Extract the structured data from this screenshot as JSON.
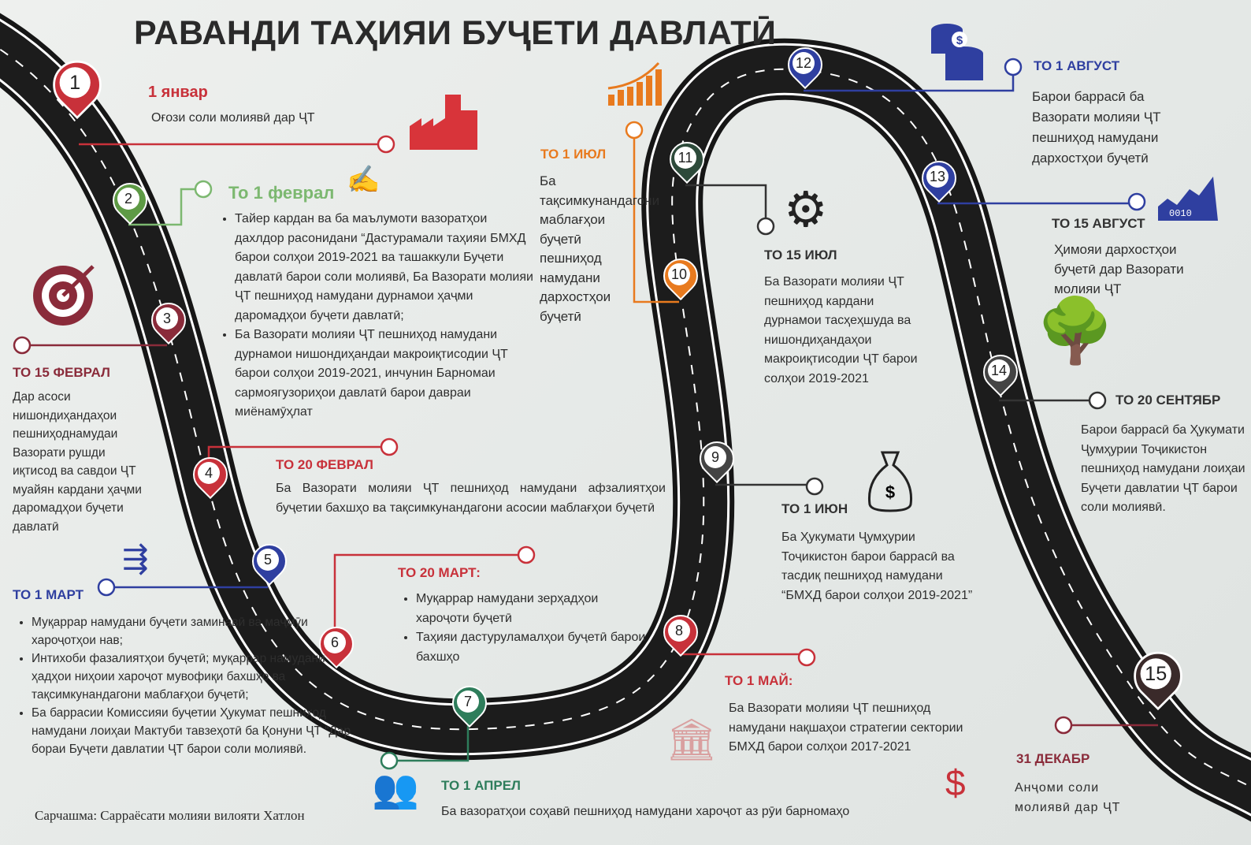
{
  "title": "РАВАНДИ ТАҲИЯИ БУҶЕТИ ДАВЛАТӢ",
  "source": "Сарчашма: Сарраёсати молияи вилояти Хатлон",
  "colors": {
    "red": "#c8313a",
    "blue": "#2f3fa0",
    "orange": "#e87a1e",
    "green": "#7cb870",
    "road": "#1a1a1a"
  },
  "steps": [
    {
      "num": "1",
      "date": "1 январ",
      "text": "Оғози соли молиявӣ дар ҶТ",
      "icon": "factory-icon"
    },
    {
      "num": "2",
      "date": "То 1 феврал",
      "bullets": [
        "Тайер кардан ва ба маълумоти вазоратҳои дахлдор расонидани “Дастурамали таҳияи БМХД барои солҳои 2019-2021 ва ташаккули Буҷети давлатӣ барои соли молиявӣ, Ба Вазорати молияи ҶТ пешниҳод намудани дурнамои ҳаҷми даромадҳои буҷети давлатӣ;",
        "Ба Вазорати молияи ҶТ пешниҳод намудани дурнамои нишондиҳандаи макроиқтисодии ҶТ барои солҳои 2019-2021, инчунин Барномаи сармоягузориҳои давлатӣ барои давраи миёнамӯҳлат"
      ],
      "icon": "signature-icon"
    },
    {
      "num": "3",
      "date": "ТО 15 ФЕВРАЛ",
      "text": "Дар асоси нишондиҳандаҳои пешниҳоднамудаи Вазорати рушди иқтисод ва савдои ҶТ муайян кардани ҳаҷми даромадҳои буҷети давлатӣ",
      "icon": "target-icon"
    },
    {
      "num": "4",
      "date": "ТО 20 ФЕВРАЛ",
      "text": "Ба Вазорати молияи ҶТ пешниҳод намудани афзалиятҳои буҷетии бахшҳо ва тақсимкунандагони асосии маблағҳои буҷетӣ"
    },
    {
      "num": "5",
      "date": "ТО 1 МАРТ",
      "bullets": [
        "Муқаррар намудани буҷети заминавӣ ва маҷмӯи хароҷотҳои нав;",
        "Интихоби фазалиятҳои буҷетӣ; муқаррар намудани ҳадҳои ниҳоии хароҷот мувофиқи бахшҳо ва тақсимкунандагони маблағҳои буҷетӣ;",
        "Ба баррасии Комиссияи буҷетии Ҳукумат пешниҳод намудани лоиҳаи Мактуби тавзеҳотӣ ба Қонуни ҶТ “Дар бораи Буҷети давлатии ҶТ барои соли молиявӣ."
      ],
      "icon": "arrows-icon"
    },
    {
      "num": "6",
      "date": "ТО 20 МАРТ:",
      "bullets": [
        "Муқаррар намудани зерҳадҳои хароҷоти буҷетӣ",
        "Таҳияи дастуруламалҳои буҷетӣ барои бахшҳо"
      ]
    },
    {
      "num": "7",
      "date": "ТО 1 АПРЕЛ",
      "text": "Ба вазоратҳои соҳавӣ пешниҳод намудани хароҷот аз рӯи барномаҳо",
      "icon": "people-icon"
    },
    {
      "num": "8",
      "date": "ТО 1 МАЙ:",
      "text": "Ба Вазорати молияи ҶТ пешниҳод намудани нақшаҳои стратегии сектории БМХД барои солҳои 2017-2021",
      "icon": "building-icon"
    },
    {
      "num": "9",
      "date": "ТО 1 ИЮН",
      "text": "Ба Ҳукумати Ҷумҳурии Тоҷикистон барои баррасӣ ва тасдиқ пешниҳод намудани “БМХД барои солҳои 2019-2021”",
      "icon": "money-bag-icon"
    },
    {
      "num": "10",
      "date": "ТО 1 ИЮЛ",
      "text": "Ба тақсимкунандагони маблағҳои буҷетӣ пешниҳод намудани дархостҳои буҷетӣ",
      "icon": "growth-chart-icon"
    },
    {
      "num": "11",
      "date": "ТО 15 ИЮЛ",
      "text": "Ба Вазорати молияи ҶТ пешниҳод кардани дурнамои тасҳеҳшуда ва нишондиҳандаҳои макроиқтисодии ҶТ барои солҳои 2019-2021",
      "icon": "gear-icon"
    },
    {
      "num": "12",
      "date": "ТО 1 АВГУСТ",
      "text": "Барои баррасӣ ба Вазорати молияи ҶТ пешниҳод намудани дархостҳои буҷетӣ",
      "icon": "coins-icon"
    },
    {
      "num": "13",
      "date": "ТО 15 АВГУСТ",
      "text": "Ҳимояи дархостҳои буҷетӣ дар Вазорати молияи ҶТ",
      "icon": "data-chart-icon"
    },
    {
      "num": "14",
      "date": "ТО 20 СЕНТЯБР",
      "text": "Барои баррасӣ ба Ҳукумати Ҷумҳурии Тоҷикистон пешниҳод намудани лоиҳаи Буҷети давлатии ҶТ барои соли молиявӣ.",
      "icon": "tree-icon"
    },
    {
      "num": "15",
      "date": "31 ДЕКАБР",
      "text": "Анҷоми соли молиявӣ дар ҶТ",
      "icon": "dollar-person-icon"
    }
  ]
}
